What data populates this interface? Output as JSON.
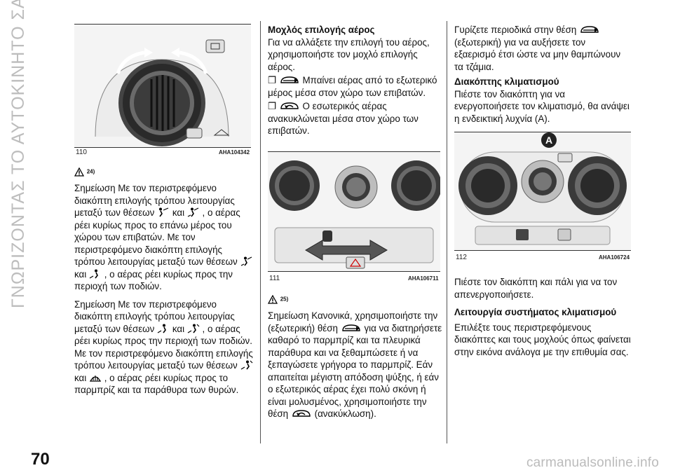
{
  "side_title": "ΓΝΩΡΙΖΟΝΤΑΣ ΤΟ ΑΥΤΟΚΙΝΗΤΟ ΣΑΣ",
  "page_number": "70",
  "watermark": "carmanualsonline.info",
  "figures": {
    "fig110": {
      "num": "110",
      "code": "AHA104342"
    },
    "fig111": {
      "num": "111",
      "code": "AHA106711"
    },
    "fig112": {
      "num": "112",
      "code": "AHA106724",
      "label_a": "A"
    }
  },
  "col1": {
    "ref1": "24)",
    "p1_a": "Σημείωση Με τον περιστρεφόμενο διακόπτη επιλογής τρόπου λειτουργίας μεταξύ των θέσεων",
    "p1_b": "και",
    "p1_c": ", ο αέρας ρέει κυρίως προς το επάνω μέρος του χώρου των επιβατών. Με τον περιστρεφόμενο διακόπτη επιλογής τρόπου λειτουργίας μεταξύ των θέσεων",
    "p1_d": "και",
    "p1_e": ", ο αέρας ρέει κυρίως προς την περιοχή των ποδιών.",
    "p2_a": "Σημείωση Με τον περιστρεφόμενο διακόπτη επιλογής τρόπου λειτουργίας μεταξύ των θέσεων",
    "p2_b": "και",
    "p2_c": ", ο αέρας ρέει κυρίως προς την περιοχή των ποδιών. Με τον περιστρεφόμενο διακόπτη επιλογής τρόπου λειτουργίας μεταξύ των θέσεων",
    "p2_d": "και",
    "p2_e": ", ο αέρας ρέει κυρίως προς το παρμπρίζ και τα παράθυρα των θυρών."
  },
  "col2": {
    "heading": "Μοχλός επιλογής αέρος",
    "intro": "Για να αλλάξετε την επιλογή του αέρος, χρησιμοποιήστε τον μοχλό επιλογής αέρος.",
    "bullet1": "Μπαίνει αέρας από το εξωτερικό μέρος μέσα στον χώρο των επιβατών.",
    "bullet2": "Ο εσωτερικός αέρας ανακυκλώνεται μέσα στον χώρο των επιβατών.",
    "ref2": "25)",
    "note_a": "Σημείωση Κανονικά, χρησιμοποιήστε την (εξωτερική) θέση",
    "note_b": "για να διατηρήσετε καθαρό το παρμπρίζ και τα πλευρικά παράθυρα και να ξεθαμπώσετε ή να ξεπαγώσετε γρήγορα το παρμπρίζ. Εάν απαιτείται μέγιστη απόδοση ψύξης, ή εάν ο εξωτερικός αέρας έχει πολύ σκόνη ή είναι μολυσμένος, χρησιμοποιήστε την θέση",
    "note_c": "(ανακύκλωση)."
  },
  "col3": {
    "p1_a": "Γυρίζετε περιοδικά στην θέση",
    "p1_b": "(εξωτερική) για να αυξήσετε τον εξαερισμό έτσι ώστε να μην θαμπώνουν τα τζάμια.",
    "h1": "Διακόπτης κλιματισμού",
    "p2": "Πιέστε τον διακόπτη για να ενεργοποιήσετε τον κλιματισμό, θα ανάψει η ενδεικτική λυχνία (A).",
    "p3": "Πιέστε τον διακόπτη και πάλι για να τον απενεργοποιήσετε.",
    "h2": "Λειτουργία συστήματος κλιματισμού",
    "p4": "Επιλέξτε τους περιστρεφόμενους διακόπτες και τους μοχλούς όπως φαίνεται στην εικόνα ανάλογα με την επιθυμία σας."
  },
  "icons": [
    "warning-icon",
    "vent-face-icon",
    "vent-face-feet-icon",
    "vent-feet-icon",
    "vent-feet-defrost-icon",
    "defrost-icon",
    "fresh-air-icon",
    "recirculation-icon"
  ]
}
